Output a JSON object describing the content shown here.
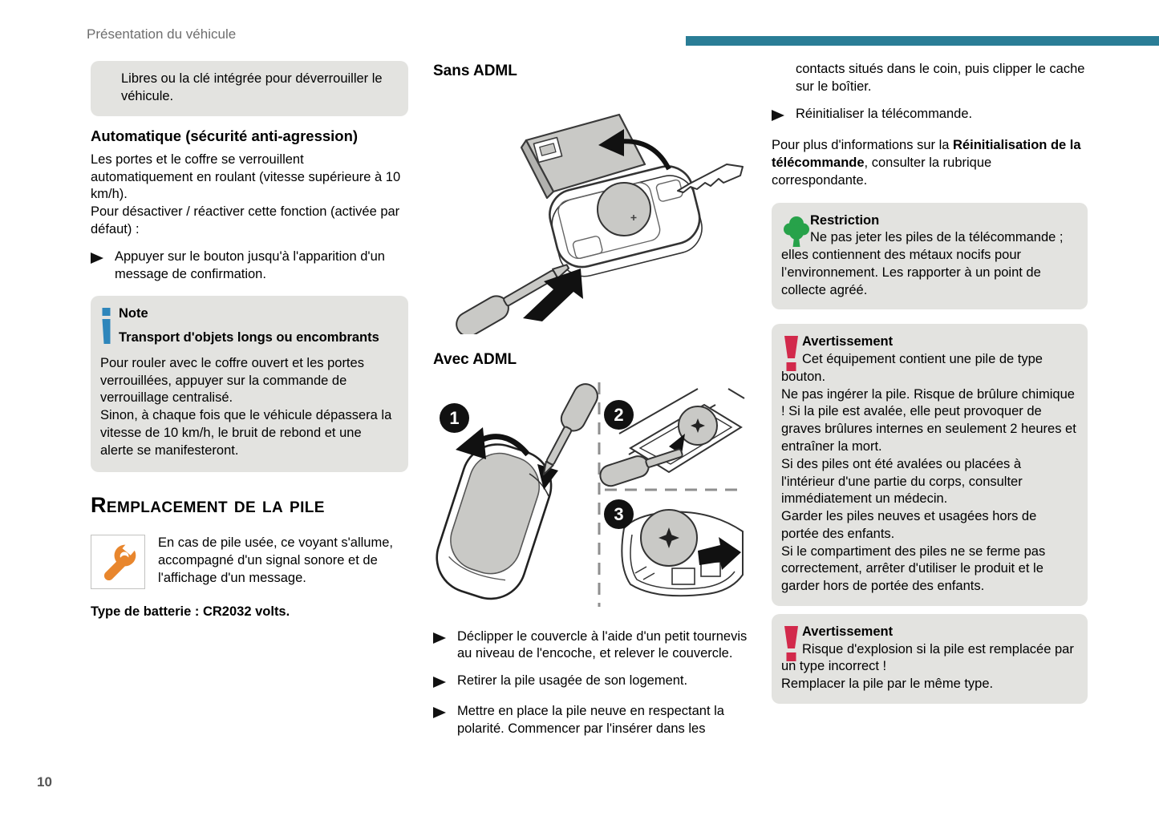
{
  "page": {
    "header_title": "Présentation du véhicule",
    "page_number": "10"
  },
  "colors": {
    "accent_bar_teal": "#2a7d96",
    "box_gray": "#e3e3e0",
    "note_icon_blue": "#2e86bb",
    "restriction_icon_green": "#27a24a",
    "warning_icon_red": "#d2294b",
    "wrench_icon_orange": "#e8862d"
  },
  "icons": {
    "bullet_arrow": "triangle-right",
    "note": "info-i",
    "restriction": "tree",
    "warning": "exclamation-mark",
    "battery_worn": "wrench"
  },
  "left_column": {
    "carryover_box_text": "Libres ou la clé intégrée pour déverrouiller le véhicule.",
    "auto_section": {
      "heading": "Automatique (sécurité anti-agression)",
      "paragraphs": [
        "Les portes et le coffre se verrouillent automatiquement en roulant (vitesse supérieure à 10 km/h).",
        "Pour désactiver / réactiver cette fonction (activée par défaut) :"
      ],
      "bullet": "Appuyer sur le bouton jusqu'à l'apparition d'un message de confirmation."
    },
    "note_box": {
      "title": "Note",
      "subtitle": "Transport d'objets longs ou encombrants",
      "paragraphs": [
        "Pour rouler avec le coffre ouvert et les portes verrouillées, appuyer sur la commande de verrouillage centralisé.",
        "Sinon, à chaque fois que le véhicule dépassera la vitesse de 10 km/h, le bruit de rebond et une alerte se manifesteront."
      ]
    },
    "battery_section": {
      "heading": "Remplacement de la pile",
      "indicator_text": "En cas de pile usée, ce voyant s'allume, accompagné d'un signal sonore et de l'affichage d'un message.",
      "battery_type": "Type de batterie : CR2032 volts."
    }
  },
  "middle_column": {
    "sans_adml_heading": "Sans ADML",
    "avec_adml_heading": "Avec ADML",
    "figures": [
      {
        "number": "1"
      },
      {
        "number": "2"
      },
      {
        "number": "3"
      }
    ],
    "bullets": [
      "Déclipper le couvercle à l'aide d'un petit tournevis au niveau de l'encoche, et relever le couvercle.",
      "Retirer la pile usagée de son logement.",
      "Mettre en place la pile neuve en respectant la polarité. Commencer par l'insérer dans les"
    ]
  },
  "right_column": {
    "carryover_text": "contacts situés dans le coin, puis clipper le cache sur le boîtier.",
    "bullet": "Réinitialiser la télécommande.",
    "info_paragraph": {
      "prefix": "Pour plus d'informations sur la ",
      "bold": "Réinitialisation de la télécommande",
      "suffix": ", consulter la rubrique correspondante."
    },
    "restriction_box": {
      "title": "Restriction",
      "body": "Ne pas jeter les piles de la télécommande ; elles contiennent des métaux nocifs pour l’environnement. Les rapporter à un point de collecte agréé."
    },
    "warning_box_1": {
      "title": "Avertissement",
      "paragraphs": [
        "Cet équipement contient une pile de type bouton.",
        "Ne pas ingérer la pile. Risque de brûlure chimique ! Si la pile est avalée, elle peut provoquer de graves brûlures internes en seulement 2 heures et entraîner la mort.",
        "Si des piles ont été avalées ou placées à l'intérieur d'une partie du corps, consulter immédiatement un médecin.",
        "Garder les piles neuves et usagées hors de portée des enfants.",
        "Si le compartiment des piles ne se ferme pas correctement, arrêter d'utiliser le produit et le garder hors de portée des enfants."
      ]
    },
    "warning_box_2": {
      "title": "Avertissement",
      "paragraphs": [
        "Risque d'explosion si la pile est remplacée par un type incorrect !",
        "Remplacer la pile par le même type."
      ]
    }
  }
}
